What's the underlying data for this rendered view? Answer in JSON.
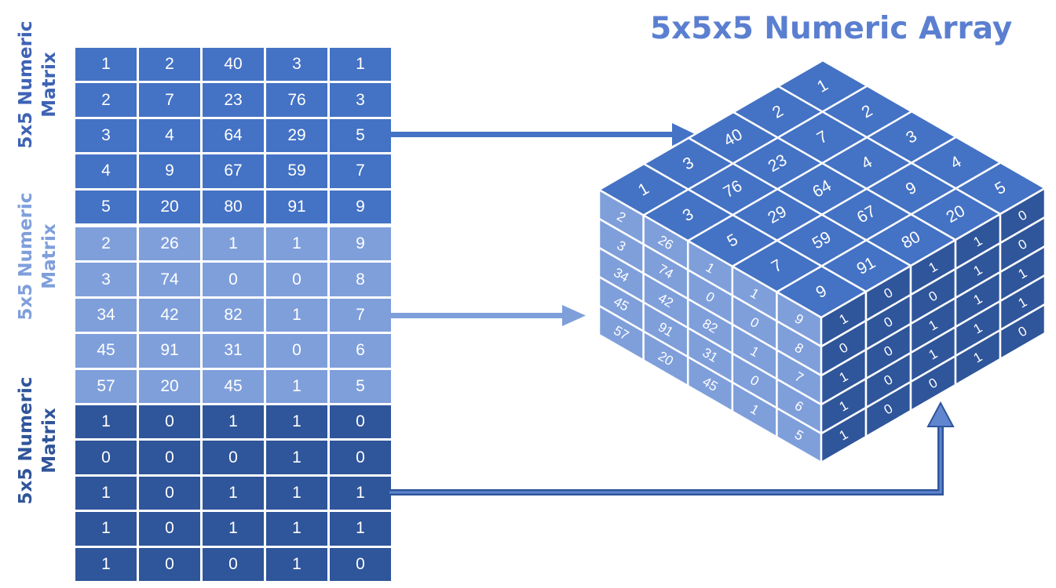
{
  "title": "5x5x5 Numeric Array",
  "colors": {
    "dark": "#4472c4",
    "light": "#7f9fdb",
    "darker": "#2f559a",
    "title": "#5b7fd0"
  },
  "matrices": [
    {
      "label_line1": "5x5 Numeric",
      "label_line2": "Matrix",
      "rows": [
        [
          "1",
          "2",
          "40",
          "3",
          "1"
        ],
        [
          "2",
          "7",
          "23",
          "76",
          "3"
        ],
        [
          "3",
          "4",
          "64",
          "29",
          "5"
        ],
        [
          "4",
          "9",
          "67",
          "59",
          "7"
        ],
        [
          "5",
          "20",
          "80",
          "91",
          "9"
        ]
      ]
    },
    {
      "label_line1": "5x5 Numeric",
      "label_line2": "Matrix",
      "rows": [
        [
          "2",
          "26",
          "1",
          "1",
          "9"
        ],
        [
          "3",
          "74",
          "0",
          "0",
          "8"
        ],
        [
          "34",
          "42",
          "82",
          "1",
          "7"
        ],
        [
          "45",
          "91",
          "31",
          "0",
          "6"
        ],
        [
          "57",
          "20",
          "45",
          "1",
          "5"
        ]
      ]
    },
    {
      "label_line1": "5x5 Numeric",
      "label_line2": "Matrix",
      "rows": [
        [
          "1",
          "0",
          "1",
          "1",
          "0"
        ],
        [
          "0",
          "0",
          "0",
          "1",
          "0"
        ],
        [
          "1",
          "0",
          "1",
          "1",
          "1"
        ],
        [
          "1",
          "0",
          "1",
          "1",
          "1"
        ],
        [
          "1",
          "0",
          "0",
          "1",
          "0"
        ]
      ]
    }
  ]
}
